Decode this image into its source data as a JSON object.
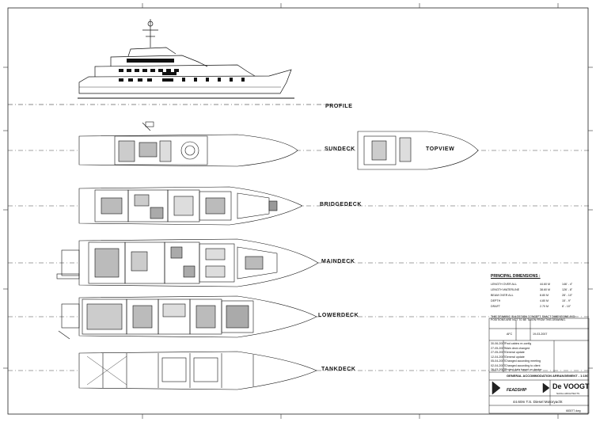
{
  "views": {
    "profile": "PROFILE",
    "sundeck": "SUNDECK",
    "topview": "TOPVIEW",
    "bridgedeck": "BRIDGEDECK",
    "maindeck": "MAINDECK",
    "lowerdeck": "LOWERDECK",
    "tankdeck": "TANKDECK"
  },
  "dimensions": {
    "title": "PRINCIPAL DIMENSIONS :",
    "rows": [
      {
        "label": "LENGTH OVER ALL",
        "metric": "44.60 M",
        "imperial": "146' - 4\""
      },
      {
        "label": "LENGTH WATERLINE",
        "metric": "38.60 M",
        "imperial": "126' - 8\""
      },
      {
        "label": "BEAM OVER ALL",
        "metric": "8.80 M",
        "imperial": "28' - 10\""
      },
      {
        "label": "DEPTH",
        "metric": "4.80 M",
        "imperial": "15' - 9\""
      },
      {
        "label": "DRAFT",
        "metric": "2.70 M",
        "imperial": "8' - 10\""
      }
    ]
  },
  "note": "THIS DRAWING IS A DESIGN CONCEPT. EXACT DIMENSIONS AND POSITIONS ARE NOT TO BE TAKEN FROM THIS DRAWING.",
  "title_block": {
    "drawn": "AFC",
    "date": "19-03-2007",
    "title": "GENERAL ACCOMMODATION ARRANGEMENT - 1:100",
    "brand": "FEADSHIP",
    "logo": "De VOOGT",
    "logo_sub": "NAVAL ARCHITECTS",
    "vessel": "44.60m T.S. Diesel Motoryacht",
    "file": "683077.dwg",
    "revisions": [
      {
        "date": "30-06-2007",
        "text": "Fwd cabins re-config"
      },
      {
        "date": "27-05-2007",
        "text": "Main deck changed"
      },
      {
        "date": "27-05-2007",
        "text": "General update"
      },
      {
        "date": "12-04-2007",
        "text": "General update"
      },
      {
        "date": "05-04-2007",
        "text": "Changed according meeting"
      },
      {
        "date": "02-04-2007",
        "text": "Changed according to client"
      },
      {
        "date": "26-03-2007",
        "text": "Project data based on design"
      }
    ]
  }
}
